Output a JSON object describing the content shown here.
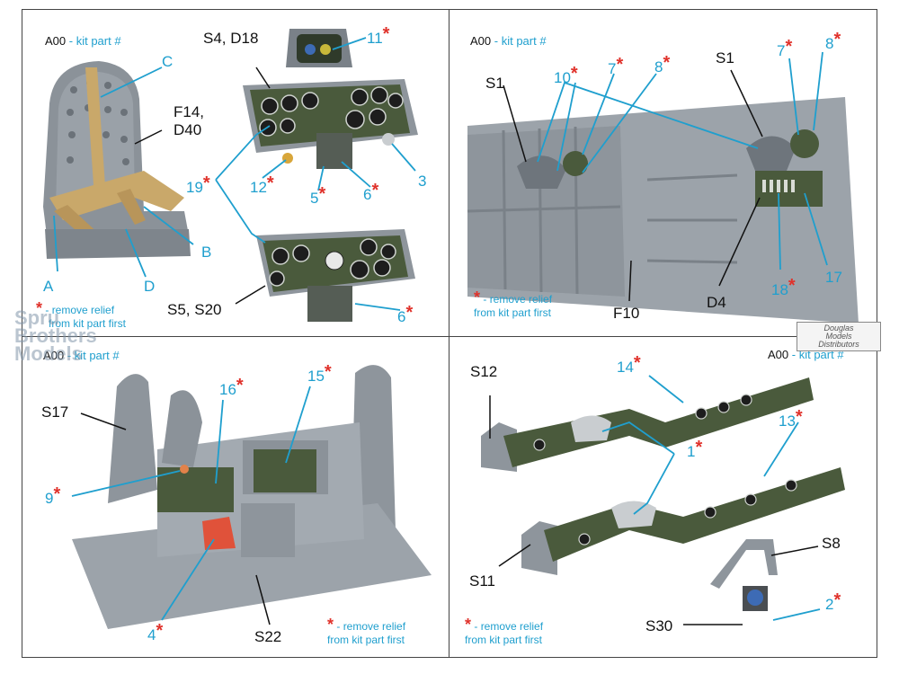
{
  "header_prefix": "A00",
  "header_suffix": "- kit part #",
  "star": "*",
  "note_line1": "- remove relief",
  "note_line2": "from kit part first",
  "panels": {
    "tl": {
      "labels": {
        "s4d18": "S4, D18",
        "f14": "F14,",
        "d40": "D40",
        "c": "C",
        "a": "A",
        "b": "B",
        "d": "D",
        "n11": "11",
        "n19": "19",
        "n12": "12",
        "n5": "5",
        "n6a": "6",
        "n3": "3",
        "s5s20": "S5, S20",
        "n6b": "6"
      }
    },
    "tr": {
      "labels": {
        "s1a": "S1",
        "s1b": "S1",
        "n10": "10",
        "n7a": "7",
        "n8a": "8",
        "n7b": "7",
        "n8b": "8",
        "d4": "D4",
        "n18": "18",
        "n17": "17",
        "f10": "F10"
      }
    },
    "bl": {
      "labels": {
        "s17": "S17",
        "n16": "16",
        "n15": "15",
        "n9": "9",
        "n4": "4",
        "s22": "S22"
      }
    },
    "br": {
      "labels": {
        "s12": "S12",
        "n14": "14",
        "n13": "13",
        "n1": "1",
        "s11": "S11",
        "s8": "S8",
        "n2": "2",
        "s30": "S30"
      }
    }
  },
  "logo": {
    "line1": "Douglas",
    "line2": "Models",
    "line3": "Distributors"
  },
  "watermark": {
    "line1": "Spru",
    "line2": "Brothers",
    "line3": "Models"
  },
  "colors": {
    "label_blue": "#1f9fce",
    "star_red": "#e0322b",
    "panel_green": "#4a5a3c",
    "part_grey": "#8e959c"
  }
}
